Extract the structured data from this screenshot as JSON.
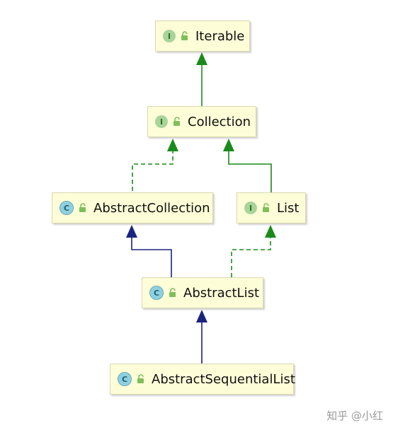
{
  "nodes": {
    "iterable": {
      "kind": "I",
      "name": "Iterable"
    },
    "collection": {
      "kind": "I",
      "name": "Collection"
    },
    "abstract_collection": {
      "kind": "C",
      "name": "AbstractCollection"
    },
    "list": {
      "kind": "I",
      "name": "List"
    },
    "abstract_list": {
      "kind": "C",
      "name": "AbstractList"
    },
    "abstract_sequential_list": {
      "kind": "C",
      "name": "AbstractSequentialList"
    }
  },
  "colors": {
    "extends_interface": "#1a8a1a",
    "extends_class": "#1a237e",
    "implements": "#1a8a1a",
    "node_fill": "#fdfdd8",
    "node_border": "#d9d9b0"
  },
  "watermark": "知乎 @小红"
}
